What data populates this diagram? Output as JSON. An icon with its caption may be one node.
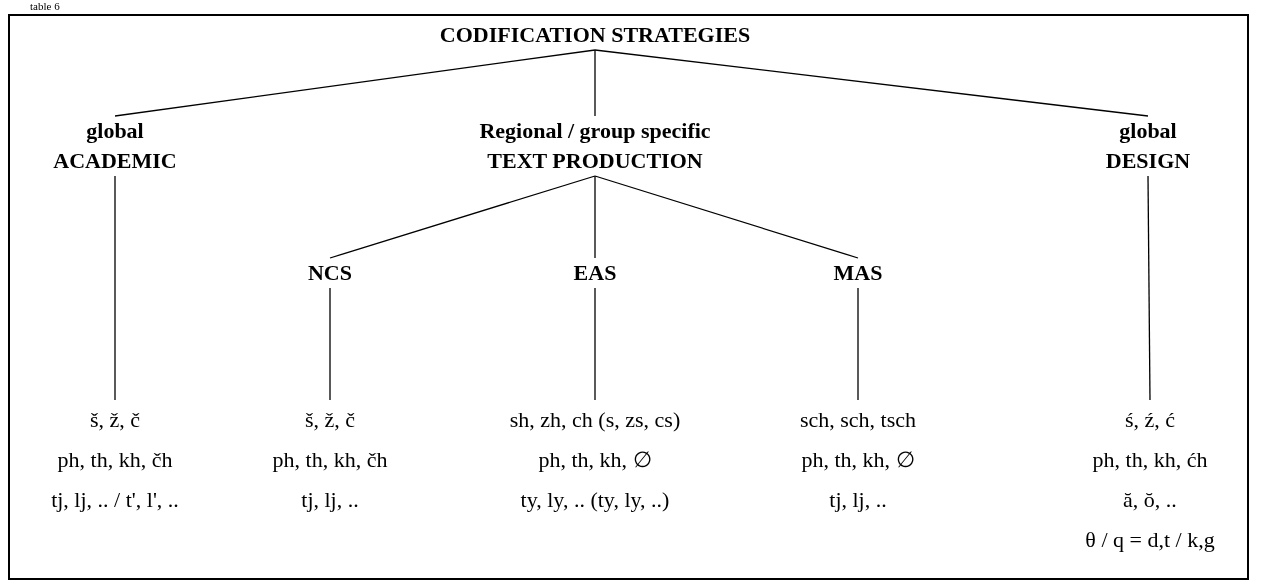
{
  "diagram": {
    "nodes": [
      {
        "text": [
          "CODIFICATION STRATEGIES"
        ]
      },
      {
        "text": [
          "global ACADEMIC"
        ]
      },
      {
        "text": [
          "Regional / group specific TEXT PRODUCTION"
        ]
      },
      {
        "text": [
          "global DESIGN"
        ]
      },
      {
        "text": [
          "NCS"
        ]
      },
      {
        "text": [
          "EAS"
        ]
      },
      {
        "text": [
          "MAS"
        ]
      },
      {
        "text": [
          "š, ž, č",
          "ph, th, kh, čh",
          "tj, lj, .. / t', l', .."
        ]
      },
      {
        "text": [
          "š, ž, č",
          "ph, th, kh, čh",
          "tj, lj, .."
        ]
      },
      {
        "text": [
          "sh, zh, ch (s, zs, cs)",
          "ph, th, kh, ∅",
          "ty, ly, .. (ty, ly, ..)"
        ]
      },
      {
        "text": [
          "sch, sch, tsch",
          "ph, th, kh, ∅",
          "tj, lj, .."
        ]
      },
      {
        "text": [
          "ś, ź, ć",
          "ph, th, kh, ćh",
          "ă, ŏ, ..",
          "θ / q = d,t / k,g"
        ]
      }
    ],
    "edges": [
      {
        "from": 0,
        "to": 1,
        "arrow": "none"
      },
      {
        "from": 0,
        "to": 2,
        "arrow": "none"
      },
      {
        "from": 0,
        "to": 3,
        "arrow": "none"
      },
      {
        "from": 2,
        "to": 4,
        "arrow": "none"
      },
      {
        "from": 2,
        "to": 5,
        "arrow": "none"
      },
      {
        "from": 2,
        "to": 6,
        "arrow": "none"
      },
      {
        "from": 1,
        "to": 7,
        "arrow": "none"
      },
      {
        "from": 4,
        "to": 8,
        "arrow": "none"
      },
      {
        "from": 5,
        "to": 9,
        "arrow": "none"
      },
      {
        "from": 6,
        "to": 10,
        "arrow": "none"
      },
      {
        "from": 3,
        "to": 11,
        "arrow": "none"
      }
    ],
    "labels": [
      "table 6"
    ]
  }
}
